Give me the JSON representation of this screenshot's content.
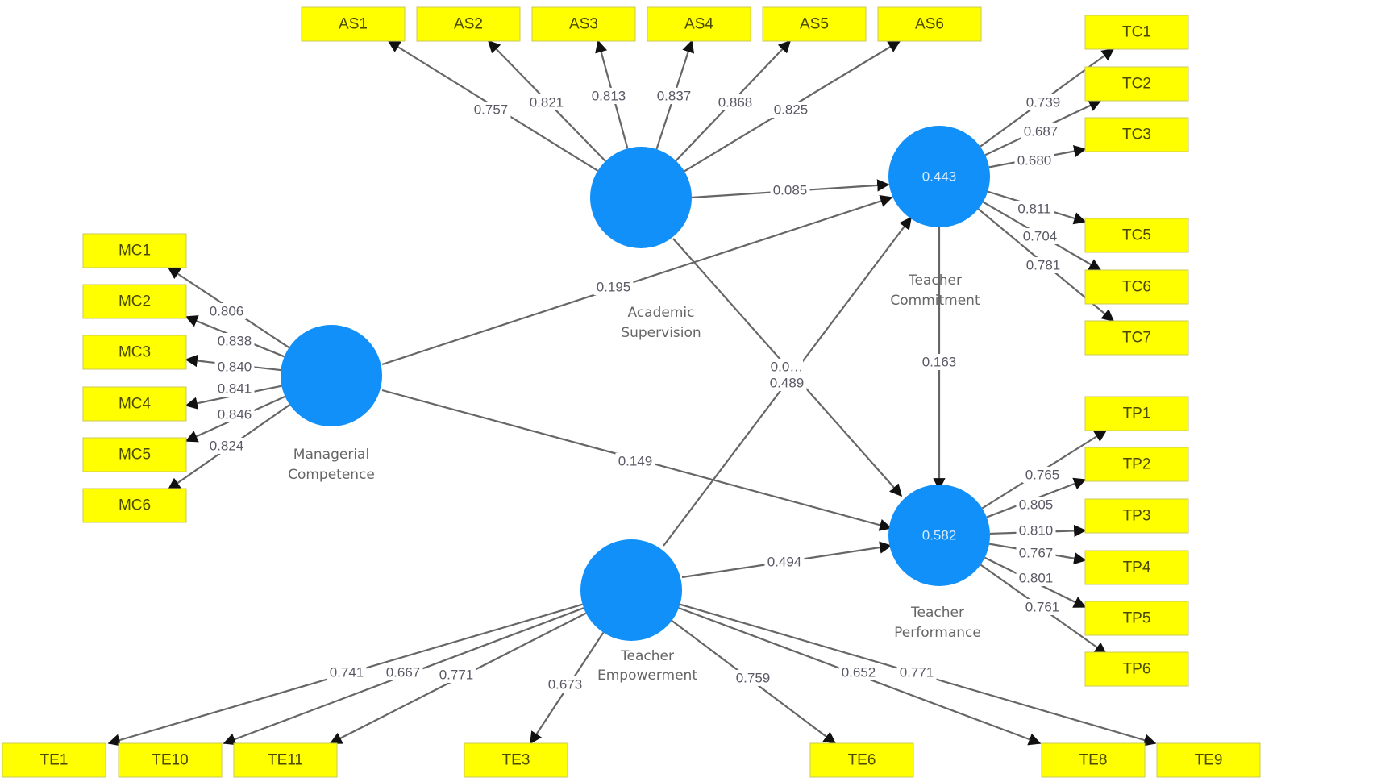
{
  "diagram": {
    "type": "PLS-SEM path model",
    "colors": {
      "latent": "#1090f8",
      "indicator": "#ffff00",
      "edge": "#666666"
    },
    "latent_variables": [
      {
        "id": "AS",
        "name_line1": "Academic",
        "name_line2": "Supervision",
        "r2": ""
      },
      {
        "id": "MC",
        "name_line1": "Managerial",
        "name_line2": "Competence",
        "r2": ""
      },
      {
        "id": "TC",
        "name_line1": "Teacher",
        "name_line2": "Commitment",
        "r2": "0.443"
      },
      {
        "id": "TP",
        "name_line1": "Teacher",
        "name_line2": "Performance",
        "r2": "0.582"
      },
      {
        "id": "TE",
        "name_line1": "Teacher",
        "name_line2": "Empowerment",
        "r2": ""
      }
    ],
    "indicators": [
      {
        "id": "AS1",
        "lv": "AS",
        "loading": "0.757"
      },
      {
        "id": "AS2",
        "lv": "AS",
        "loading": "0.821"
      },
      {
        "id": "AS3",
        "lv": "AS",
        "loading": "0.813"
      },
      {
        "id": "AS4",
        "lv": "AS",
        "loading": "0.837"
      },
      {
        "id": "AS5",
        "lv": "AS",
        "loading": "0.868"
      },
      {
        "id": "AS6",
        "lv": "AS",
        "loading": "0.825"
      },
      {
        "id": "MC1",
        "lv": "MC",
        "loading": "0.806"
      },
      {
        "id": "MC2",
        "lv": "MC",
        "loading": "0.838"
      },
      {
        "id": "MC3",
        "lv": "MC",
        "loading": "0.840"
      },
      {
        "id": "MC4",
        "lv": "MC",
        "loading": "0.841"
      },
      {
        "id": "MC5",
        "lv": "MC",
        "loading": "0.846"
      },
      {
        "id": "MC6",
        "lv": "MC",
        "loading": "0.824"
      },
      {
        "id": "TC1",
        "lv": "TC",
        "loading": "0.739"
      },
      {
        "id": "TC2",
        "lv": "TC",
        "loading": "0.687"
      },
      {
        "id": "TC3",
        "lv": "TC",
        "loading": "0.680"
      },
      {
        "id": "TC5",
        "lv": "TC",
        "loading": "0.811"
      },
      {
        "id": "TC6",
        "lv": "TC",
        "loading": "0.704"
      },
      {
        "id": "TC7",
        "lv": "TC",
        "loading": "0.781"
      },
      {
        "id": "TP1",
        "lv": "TP",
        "loading": "0.765"
      },
      {
        "id": "TP2",
        "lv": "TP",
        "loading": "0.805"
      },
      {
        "id": "TP3",
        "lv": "TP",
        "loading": "0.810"
      },
      {
        "id": "TP4",
        "lv": "TP",
        "loading": "0.767"
      },
      {
        "id": "TP5",
        "lv": "TP",
        "loading": "0.801"
      },
      {
        "id": "TP6",
        "lv": "TP",
        "loading": "0.761"
      },
      {
        "id": "TE1",
        "lv": "TE",
        "loading": "0.741"
      },
      {
        "id": "TE10",
        "lv": "TE",
        "loading": "0.667"
      },
      {
        "id": "TE11",
        "lv": "TE",
        "loading": "0.771"
      },
      {
        "id": "TE3",
        "lv": "TE",
        "loading": "0.673"
      },
      {
        "id": "TE6",
        "lv": "TE",
        "loading": "0.759"
      },
      {
        "id": "TE8",
        "lv": "TE",
        "loading": "0.652"
      },
      {
        "id": "TE9",
        "lv": "TE",
        "loading": "0.771"
      }
    ],
    "paths": [
      {
        "from": "AS",
        "to": "TC",
        "coef": "0.085"
      },
      {
        "from": "MC",
        "to": "TC",
        "coef": "0.195"
      },
      {
        "from": "AS",
        "to": "TP",
        "coef": "0.0…"
      },
      {
        "from": "TE",
        "to": "TC",
        "coef": "0.489"
      },
      {
        "from": "MC",
        "to": "TP",
        "coef": "0.149"
      },
      {
        "from": "TC",
        "to": "TP",
        "coef": "0.163"
      },
      {
        "from": "TE",
        "to": "TP",
        "coef": "0.494"
      }
    ]
  }
}
